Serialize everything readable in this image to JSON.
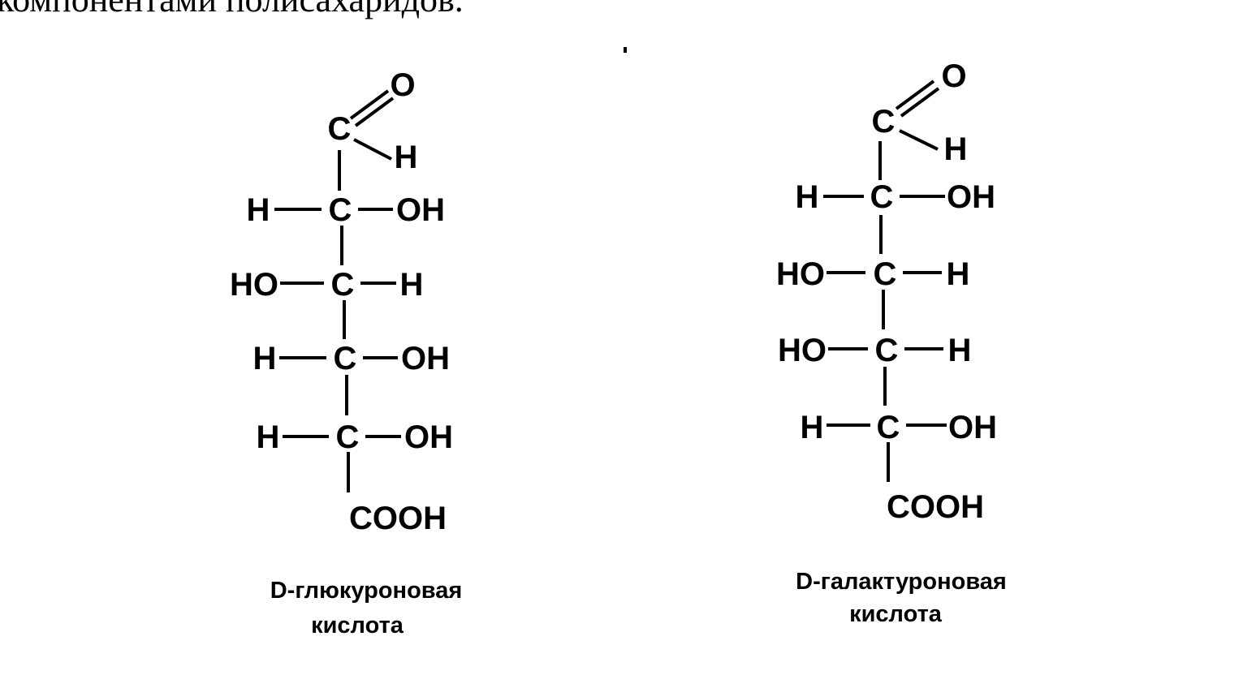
{
  "top_text": "компонентами полисахаридов.",
  "molecules": [
    {
      "atoms": {
        "carbonyl_o": "O",
        "c1": "C",
        "c1_h": "H",
        "r1_left": "H",
        "r1_c": "C",
        "r1_right": "OH",
        "r2_left": "HO",
        "r2_c": "C",
        "r2_right": "H",
        "r3_left": "H",
        "r3_c": "C",
        "r3_right": "OH",
        "r4_left": "H",
        "r4_c": "C",
        "r4_right": "OH",
        "bottom": "COOH"
      },
      "caption_line1": "D-глюкуроновая",
      "caption_line2": "кислота"
    },
    {
      "atoms": {
        "carbonyl_o": "O",
        "c1": "C",
        "c1_h": "H",
        "r1_left": "H",
        "r1_c": "C",
        "r1_right": "OH",
        "r2_left": "HO",
        "r2_c": "C",
        "r2_right": "H",
        "r3_left": "HO",
        "r3_c": "C",
        "r3_right": "H",
        "r4_left": "H",
        "r4_c": "C",
        "r4_right": "OH",
        "bottom": "COOH"
      },
      "caption_line1": "D-галактуроновая",
      "caption_line2": "кислота"
    }
  ]
}
